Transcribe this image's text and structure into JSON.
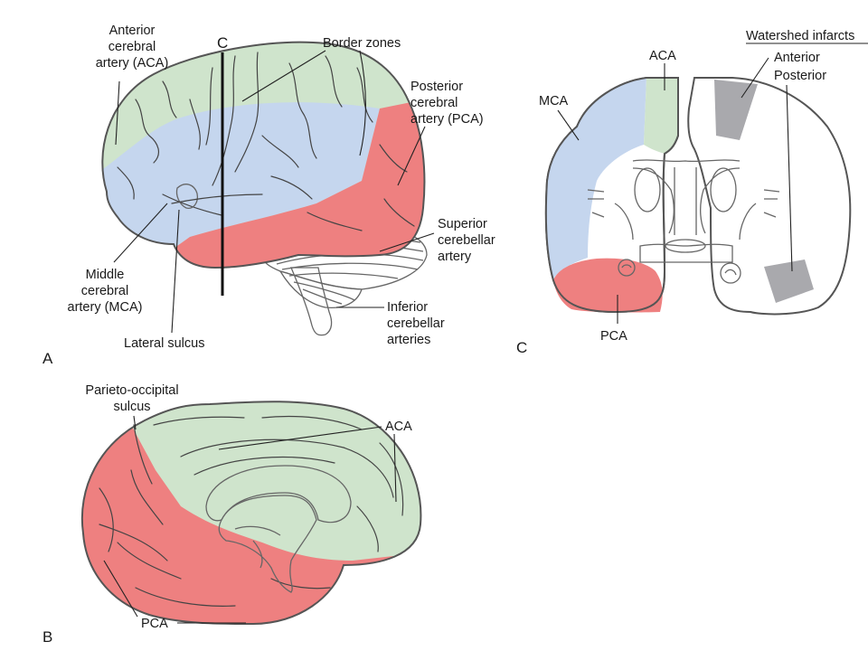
{
  "colors": {
    "aca": "#cfe4cc",
    "mca": "#c5d6ee",
    "pca": "#ee8080",
    "cerebellum_sup": "#d4e5cc",
    "cerebellum_inf": "#c2d1ea",
    "watershed": "#a9a9ad"
  },
  "panel_a": {
    "panel_letter": "A",
    "section_letter": "C",
    "labels": {
      "aca": [
        "Anterior",
        "cerebral",
        "artery (ACA)"
      ],
      "border": [
        "Border zones"
      ],
      "pca": [
        "Posterior",
        "cerebral",
        "artery (PCA)"
      ],
      "sca": [
        "Superior",
        "cerebellar",
        "artery"
      ],
      "ica": [
        "Inferior",
        "cerebellar",
        "arteries"
      ],
      "mca": [
        "Middle",
        "cerebral",
        "artery (MCA)"
      ],
      "lateral": [
        "Lateral sulcus"
      ]
    }
  },
  "panel_b": {
    "panel_letter": "B",
    "labels": {
      "parieto": [
        "Parieto-occipital",
        "sulcus"
      ],
      "aca": [
        "ACA"
      ],
      "pca": [
        "PCA"
      ]
    }
  },
  "panel_c": {
    "panel_letter": "C",
    "labels": {
      "aca": [
        "ACA"
      ],
      "mca": [
        "MCA"
      ],
      "pca": [
        "PCA"
      ],
      "watershed_title": [
        "Watershed infarcts"
      ],
      "anterior": [
        "Anterior"
      ],
      "posterior": [
        "Posterior"
      ]
    }
  }
}
